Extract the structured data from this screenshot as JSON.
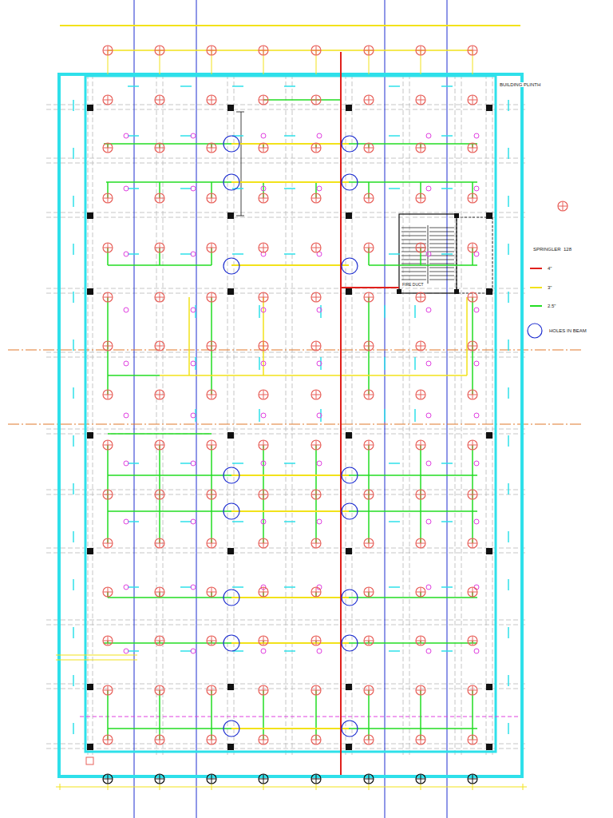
{
  "diagram": {
    "labels": [
      "BUILDING PLINTH",
      "FIRE DUCT"
    ],
    "legend": [
      {
        "text": "SPRINGLER  128"
      },
      {
        "text": "4\"",
        "color": "#e0201c"
      },
      {
        "text": "3\"",
        "color": "#f2e21a"
      },
      {
        "text": "2.5\"",
        "color": "#22dd22"
      },
      {
        "text": "HOLES IN BEAM"
      }
    ]
  }
}
